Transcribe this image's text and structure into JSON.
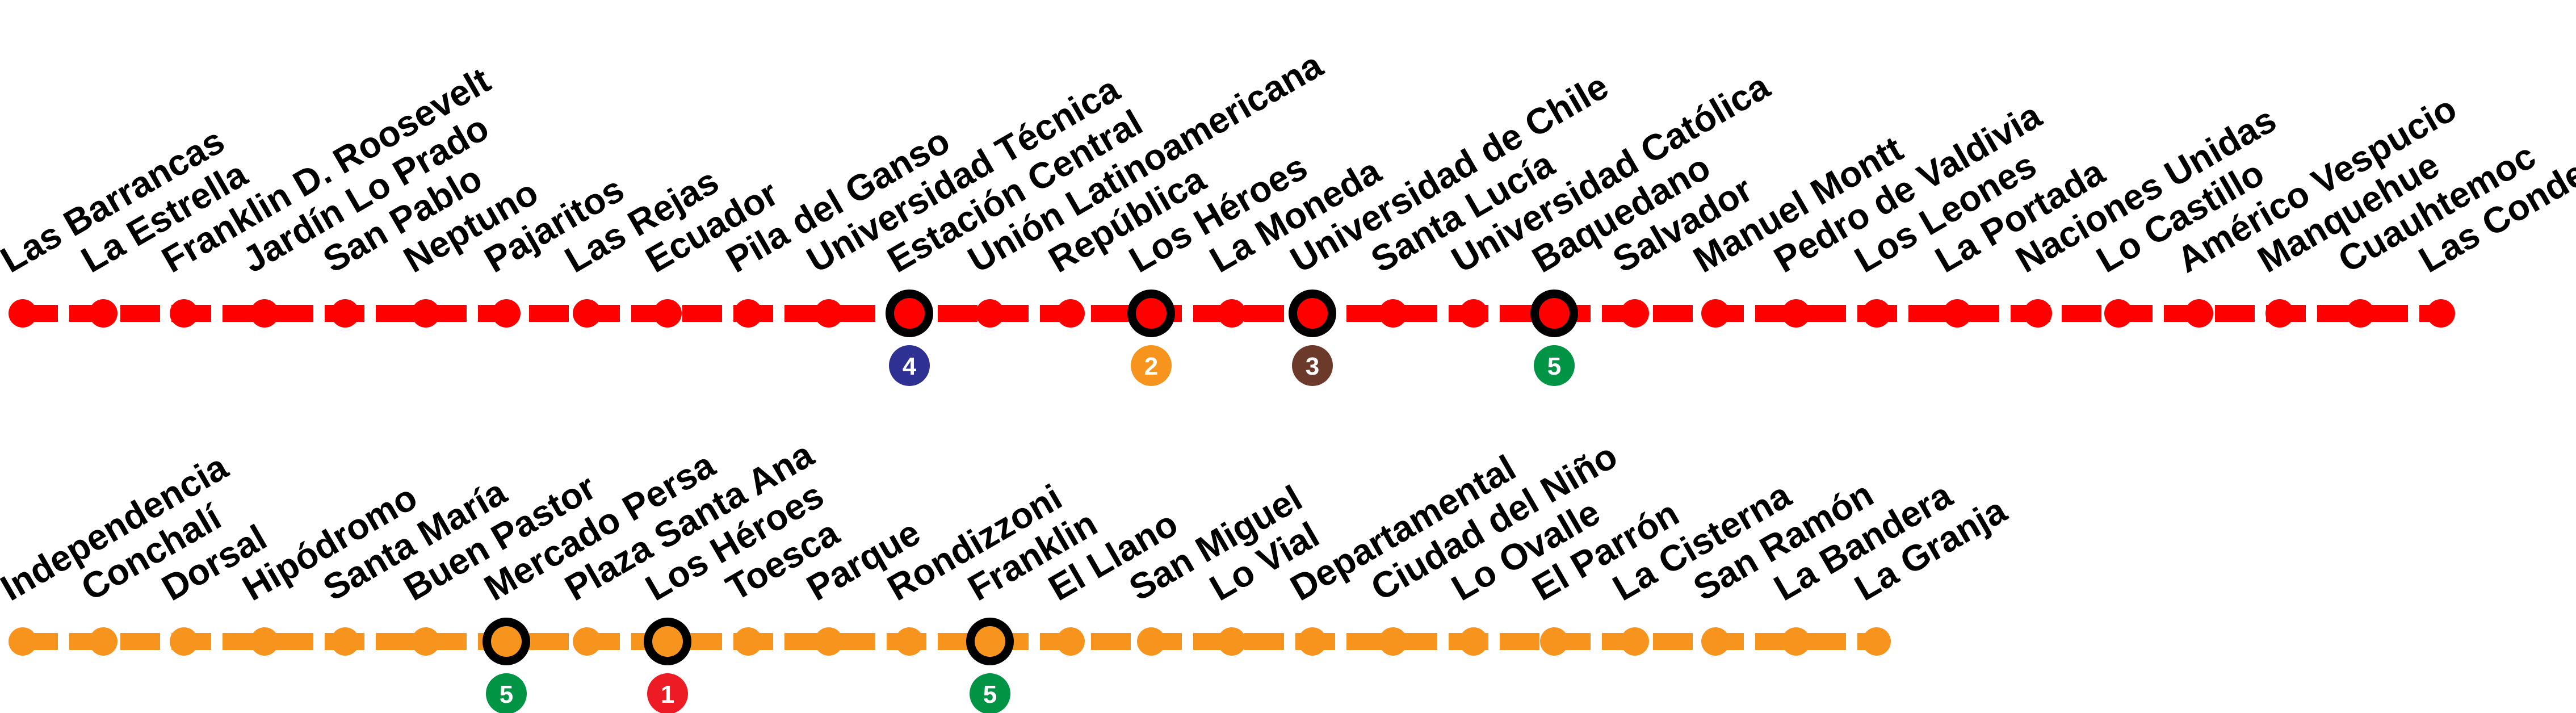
{
  "lines": [
    {
      "id": "line-1",
      "color": "#ff0000",
      "stations": [
        {
          "name": "Las Barrancas"
        },
        {
          "name": "La Estrella"
        },
        {
          "name": "Franklin D. Roosevelt"
        },
        {
          "name": "Jardín Lo Prado"
        },
        {
          "name": "San Pablo"
        },
        {
          "name": "Neptuno"
        },
        {
          "name": "Pajaritos"
        },
        {
          "name": "Las Rejas"
        },
        {
          "name": "Ecuador"
        },
        {
          "name": "Pila del Ganso"
        },
        {
          "name": "Universidad Técnica"
        },
        {
          "name": "Estación Central",
          "transfer": {
            "label": "4",
            "color": "#2e3192"
          }
        },
        {
          "name": "Unión Latinoamericana"
        },
        {
          "name": "República"
        },
        {
          "name": "Los Héroes",
          "transfer": {
            "label": "2",
            "color": "#f7941d"
          }
        },
        {
          "name": "La Moneda"
        },
        {
          "name": "Universidad de Chile",
          "transfer": {
            "label": "3",
            "color": "#6b3a2a"
          }
        },
        {
          "name": "Santa Lucía"
        },
        {
          "name": "Universidad Católica"
        },
        {
          "name": "Baquedano",
          "transfer": {
            "label": "5",
            "color": "#009444"
          }
        },
        {
          "name": "Salvador"
        },
        {
          "name": "Manuel Montt"
        },
        {
          "name": "Pedro de Valdivia"
        },
        {
          "name": "Los Leones"
        },
        {
          "name": "La Portada"
        },
        {
          "name": "Naciones Unidas"
        },
        {
          "name": "Lo Castillo"
        },
        {
          "name": "Américo Vespucio"
        },
        {
          "name": "Manquehue"
        },
        {
          "name": "Cuauhtemoc"
        },
        {
          "name": "Las Condes"
        }
      ]
    },
    {
      "id": "line-2",
      "color": "#f7941d",
      "stations": [
        {
          "name": "Independencia"
        },
        {
          "name": "Conchalí"
        },
        {
          "name": "Dorsal"
        },
        {
          "name": "Hipódromo"
        },
        {
          "name": "Santa María"
        },
        {
          "name": "Buen Pastor"
        },
        {
          "name": "Mercado Persa",
          "transfer": {
            "label": "5",
            "color": "#009444"
          }
        },
        {
          "name": "Plaza Santa Ana"
        },
        {
          "name": "Los Héroes",
          "transfer": {
            "label": "1",
            "color": "#ed1c24"
          }
        },
        {
          "name": "Toesca"
        },
        {
          "name": "Parque"
        },
        {
          "name": "Rondizzoni"
        },
        {
          "name": "Franklin",
          "transfer": {
            "label": "5",
            "color": "#009444"
          }
        },
        {
          "name": "El Llano"
        },
        {
          "name": "San Miguel"
        },
        {
          "name": "Lo Vial"
        },
        {
          "name": "Departamental"
        },
        {
          "name": "Ciudad del Niño"
        },
        {
          "name": "Lo Ovalle"
        },
        {
          "name": "El Parrón"
        },
        {
          "name": "La Cisterna"
        },
        {
          "name": "San Ramón"
        },
        {
          "name": "La Bandera"
        },
        {
          "name": "La Granja"
        }
      ]
    }
  ]
}
